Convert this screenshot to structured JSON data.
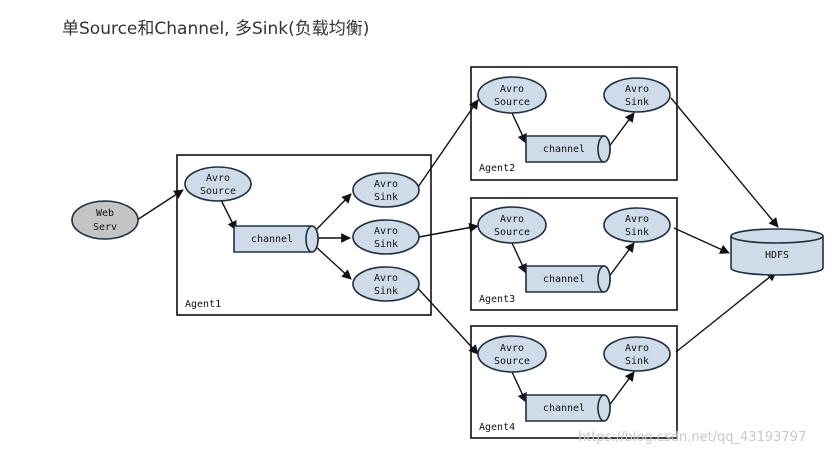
{
  "title": "单Source和Channel, 多Sink(负载均衡)",
  "watermark": "https://blog.csdn.net/qq_43193797",
  "web_node": {
    "line1": "Web",
    "line2": "Serv"
  },
  "hdfs_label": "HDFS",
  "agent1": {
    "label": "Agent1",
    "source": {
      "line1": "Avro",
      "line2": "Source"
    },
    "channel": "channel",
    "sinks": [
      {
        "line1": "Avro",
        "line2": "Sink"
      },
      {
        "line1": "Avro",
        "line2": "Sink"
      },
      {
        "line1": "Avro",
        "line2": "Sink"
      }
    ]
  },
  "agents": [
    {
      "label": "Agent2",
      "source": {
        "line1": "Avro",
        "line2": "Source"
      },
      "channel": "channel",
      "sink": {
        "line1": "Avro",
        "line2": "Sink"
      }
    },
    {
      "label": "Agent3",
      "source": {
        "line1": "Avro",
        "line2": "Source"
      },
      "channel": "channel",
      "sink": {
        "line1": "Avro",
        "line2": "Sink"
      }
    },
    {
      "label": "Agent4",
      "source": {
        "line1": "Avro",
        "line2": "Source"
      },
      "channel": "channel",
      "sink": {
        "line1": "Avro",
        "line2": "Sink"
      }
    }
  ]
}
